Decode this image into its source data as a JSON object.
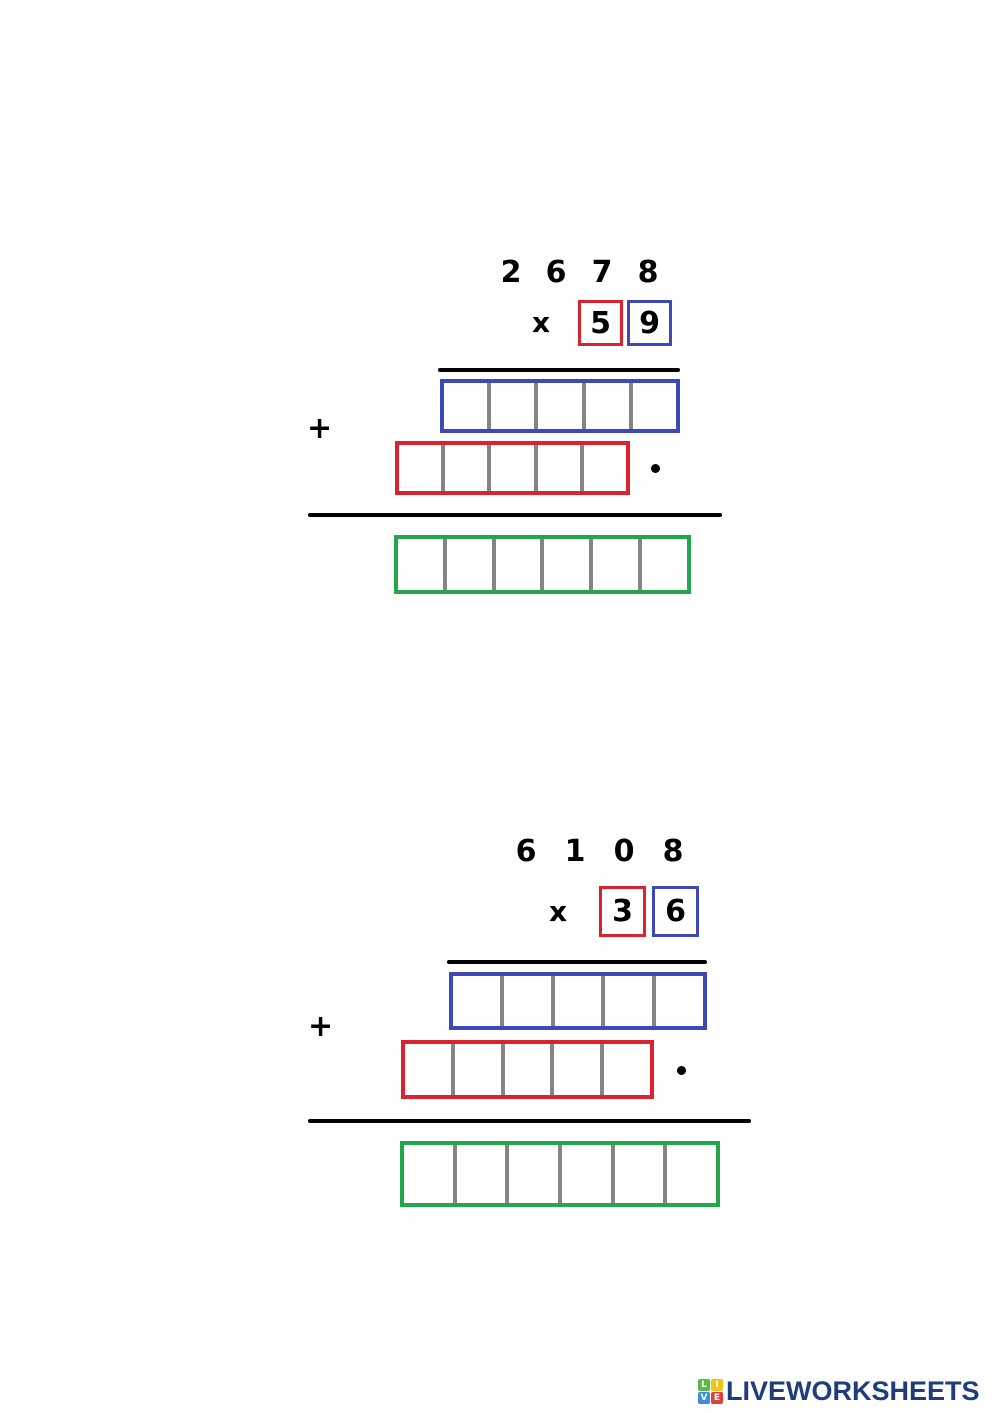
{
  "colors": {
    "units_row": "#3f48b8",
    "tens_row": "#d9232e",
    "sum_row": "#22a74a",
    "divider": "#858585",
    "logo_text": "#1f3d7a"
  },
  "problems": [
    {
      "multiplicand_digits": [
        "2",
        "6",
        "7",
        "8"
      ],
      "times_sign": "x",
      "multiplier_tens": "5",
      "multiplier_units": "9",
      "plus_sign": "+",
      "units_product_cells": 5,
      "tens_product_cells": 5,
      "sum_cells": 6
    },
    {
      "multiplicand_digits": [
        "6",
        "1",
        "0",
        "8"
      ],
      "times_sign": "x",
      "multiplier_tens": "3",
      "multiplier_units": "6",
      "plus_sign": "+",
      "units_product_cells": 5,
      "tens_product_cells": 5,
      "sum_cells": 6
    }
  ],
  "footer": {
    "logo_tiles": [
      "L",
      "I",
      "V",
      "E"
    ],
    "logo_text": "LIVEWORKSHEETS"
  }
}
